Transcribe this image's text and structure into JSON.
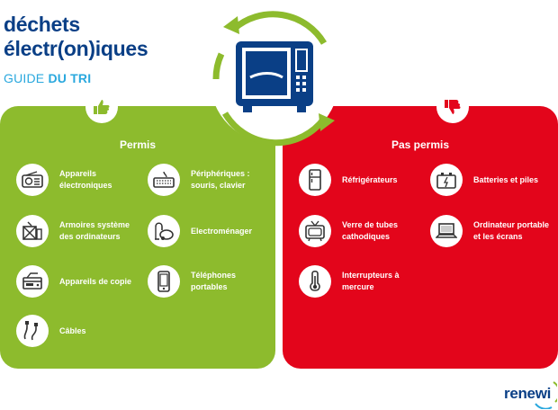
{
  "header": {
    "title_line1": "déchets",
    "title_line2": "électr(on)iques",
    "subtitle_prefix": "GUIDE ",
    "subtitle_bold": "DU TRI"
  },
  "colors": {
    "navy": "#0a3f86",
    "light_blue": "#2aa8de",
    "green": "#8dbb2d",
    "red": "#e3051b"
  },
  "allowed": {
    "title": "Permis",
    "icon": "thumbs-up-icon",
    "items": [
      {
        "label": "Appareils électroniques",
        "icon": "radio-icon"
      },
      {
        "label": "Périphériques : souris, clavier",
        "icon": "keyboard-icon"
      },
      {
        "label": "Armoires système des ordinateurs",
        "icon": "computer-tower-icon"
      },
      {
        "label": "Electroménager",
        "icon": "vacuum-cleaner-icon"
      },
      {
        "label": "Appareils de copie",
        "icon": "copier-icon"
      },
      {
        "label": "Téléphones portables",
        "icon": "mobile-phone-icon"
      },
      {
        "label": "Câbles",
        "icon": "cable-icon"
      }
    ]
  },
  "not_allowed": {
    "title": "Pas permis",
    "icon": "thumbs-down-icon",
    "items": [
      {
        "label": "Réfrigérateurs",
        "icon": "fridge-icon"
      },
      {
        "label": "Batteries et piles",
        "icon": "battery-icon"
      },
      {
        "label": "Verre de tubes cathodiques",
        "icon": "crt-tv-icon"
      },
      {
        "label": "Ordinateur portable et les écrans",
        "icon": "laptop-icon"
      },
      {
        "label": "Interrupteurs à mercure",
        "icon": "thermometer-icon"
      }
    ]
  },
  "logo": {
    "text": "renewi"
  }
}
